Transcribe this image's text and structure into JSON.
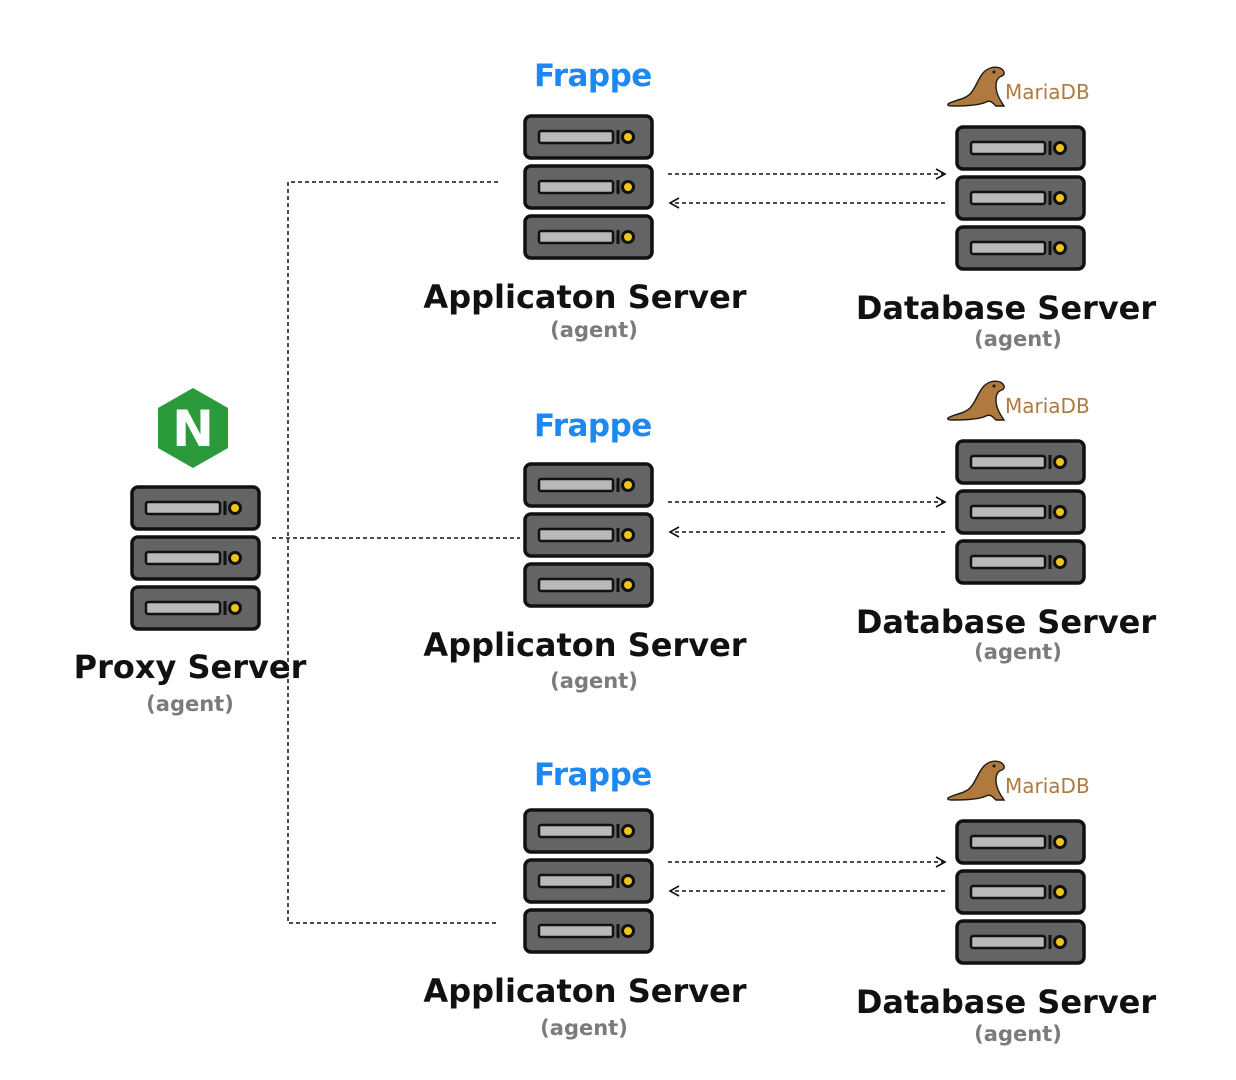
{
  "colors": {
    "server_body": "#646464",
    "server_outline": "#111111",
    "server_slot": "#b9b9b9",
    "server_led": "#f0c419",
    "nginx_green": "#2a9a3a",
    "frappe_blue": "#1e88f0",
    "mariadb_brown": "#b07a3e",
    "connector": "#111111"
  },
  "proxy": {
    "title": "Proxy Server",
    "subtitle": "(agent)",
    "logo_letter": "N",
    "logo_icon": "nginx-icon"
  },
  "app_servers": [
    {
      "logo": "Frappe",
      "title": "Applicaton Server",
      "subtitle": "(agent)"
    },
    {
      "logo": "Frappe",
      "title": "Applicaton Server",
      "subtitle": "(agent)"
    },
    {
      "logo": "Frappe",
      "title": "Applicaton Server",
      "subtitle": "(agent)"
    }
  ],
  "db_servers": [
    {
      "logo": "MariaDB",
      "logo_icon": "sea-lion-icon",
      "title": "Database Server",
      "subtitle": "(agent)"
    },
    {
      "logo": "MariaDB",
      "logo_icon": "sea-lion-icon",
      "title": "Database Server",
      "subtitle": "(agent)"
    },
    {
      "logo": "MariaDB",
      "logo_icon": "sea-lion-icon",
      "title": "Database Server",
      "subtitle": "(agent)"
    }
  ],
  "icons": {
    "server": "server-rack-icon",
    "arrow": "arrow-icon"
  }
}
